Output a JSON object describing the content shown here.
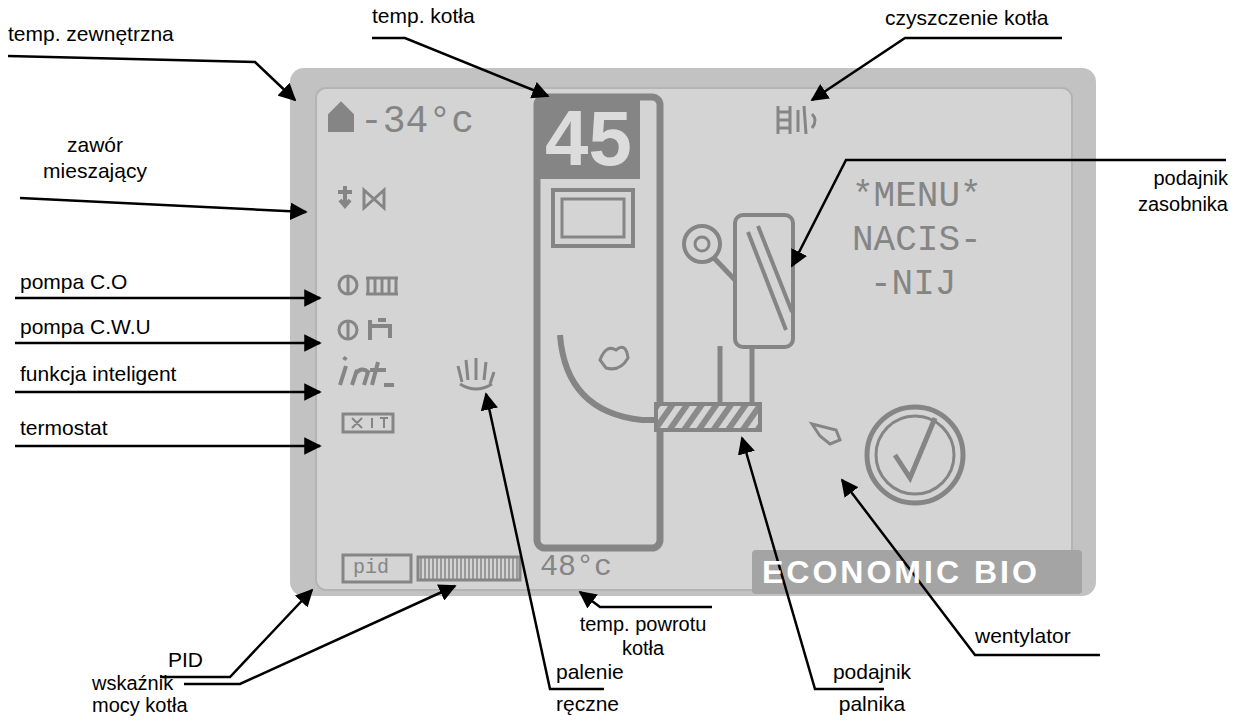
{
  "diagram": {
    "labels": [
      "temp. zewnętrzna",
      "temp. kotła",
      "czyszczenie kotła",
      "podajnik zasobnika",
      "zawór mieszający",
      "pompa C.O",
      "pompa C.W.U",
      "funkcja inteligent",
      "termostat",
      "PID",
      "wskaźnik mocy kotła",
      "palenie ręczne",
      "temp. powrotu kotła",
      "podajnik palnika",
      "wentylator",
      "-34°c",
      "45",
      "*MENU*",
      "NACIS-",
      "-NIJ",
      "pid",
      "48°c",
      "ECONOMIC BIO"
    ]
  }
}
